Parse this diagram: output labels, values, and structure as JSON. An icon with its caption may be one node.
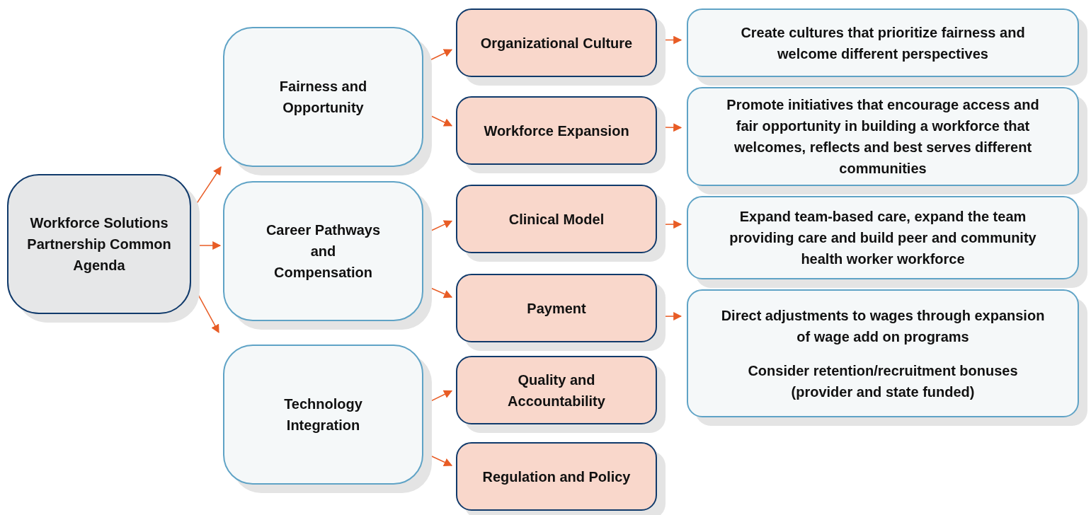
{
  "diagram": {
    "nodes": [
      {
        "text": [
          "Workforce Solutions Partnership Common Agenda"
        ]
      },
      {
        "text": [
          "Fairness and Opportunity"
        ]
      },
      {
        "text": [
          "Career Pathways and Compensation"
        ]
      },
      {
        "text": [
          "Technology Integration"
        ]
      },
      {
        "text": [
          "Organizational Culture"
        ]
      },
      {
        "text": [
          "Workforce Expansion"
        ]
      },
      {
        "text": [
          "Clinical Model"
        ]
      },
      {
        "text": [
          "Payment"
        ]
      },
      {
        "text": [
          "Quality and Accountability"
        ]
      },
      {
        "text": [
          "Regulation and Policy"
        ]
      },
      {
        "text": [
          "Create cultures that prioritize fairness and welcome different perspectives"
        ]
      },
      {
        "text": [
          "Promote initiatives that encourage access and fair opportunity in building a workforce that welcomes, reflects and best serves different communities"
        ]
      },
      {
        "text": [
          "Expand team-based care, expand the team providing care and build peer and community health worker workforce"
        ]
      },
      {
        "text": [
          "Direct adjustments to wages through expansion of wage add on programs",
          "Consider retention/recruitment bonuses (provider and state funded)"
        ]
      }
    ],
    "edges": [
      {
        "from": 0,
        "to": 1,
        "arrow": "to"
      },
      {
        "from": 0,
        "to": 2,
        "arrow": "to"
      },
      {
        "from": 0,
        "to": 3,
        "arrow": "to"
      },
      {
        "from": 1,
        "to": 4,
        "arrow": "to"
      },
      {
        "from": 1,
        "to": 5,
        "arrow": "to"
      },
      {
        "from": 2,
        "to": 6,
        "arrow": "to"
      },
      {
        "from": 2,
        "to": 7,
        "arrow": "to"
      },
      {
        "from": 3,
        "to": 8,
        "arrow": "to"
      },
      {
        "from": 3,
        "to": 9,
        "arrow": "to"
      },
      {
        "from": 4,
        "to": 10,
        "arrow": "to"
      },
      {
        "from": 5,
        "to": 11,
        "arrow": "to"
      },
      {
        "from": 6,
        "to": 12,
        "arrow": "to"
      },
      {
        "from": 7,
        "to": 13,
        "arrow": "to"
      }
    ]
  }
}
